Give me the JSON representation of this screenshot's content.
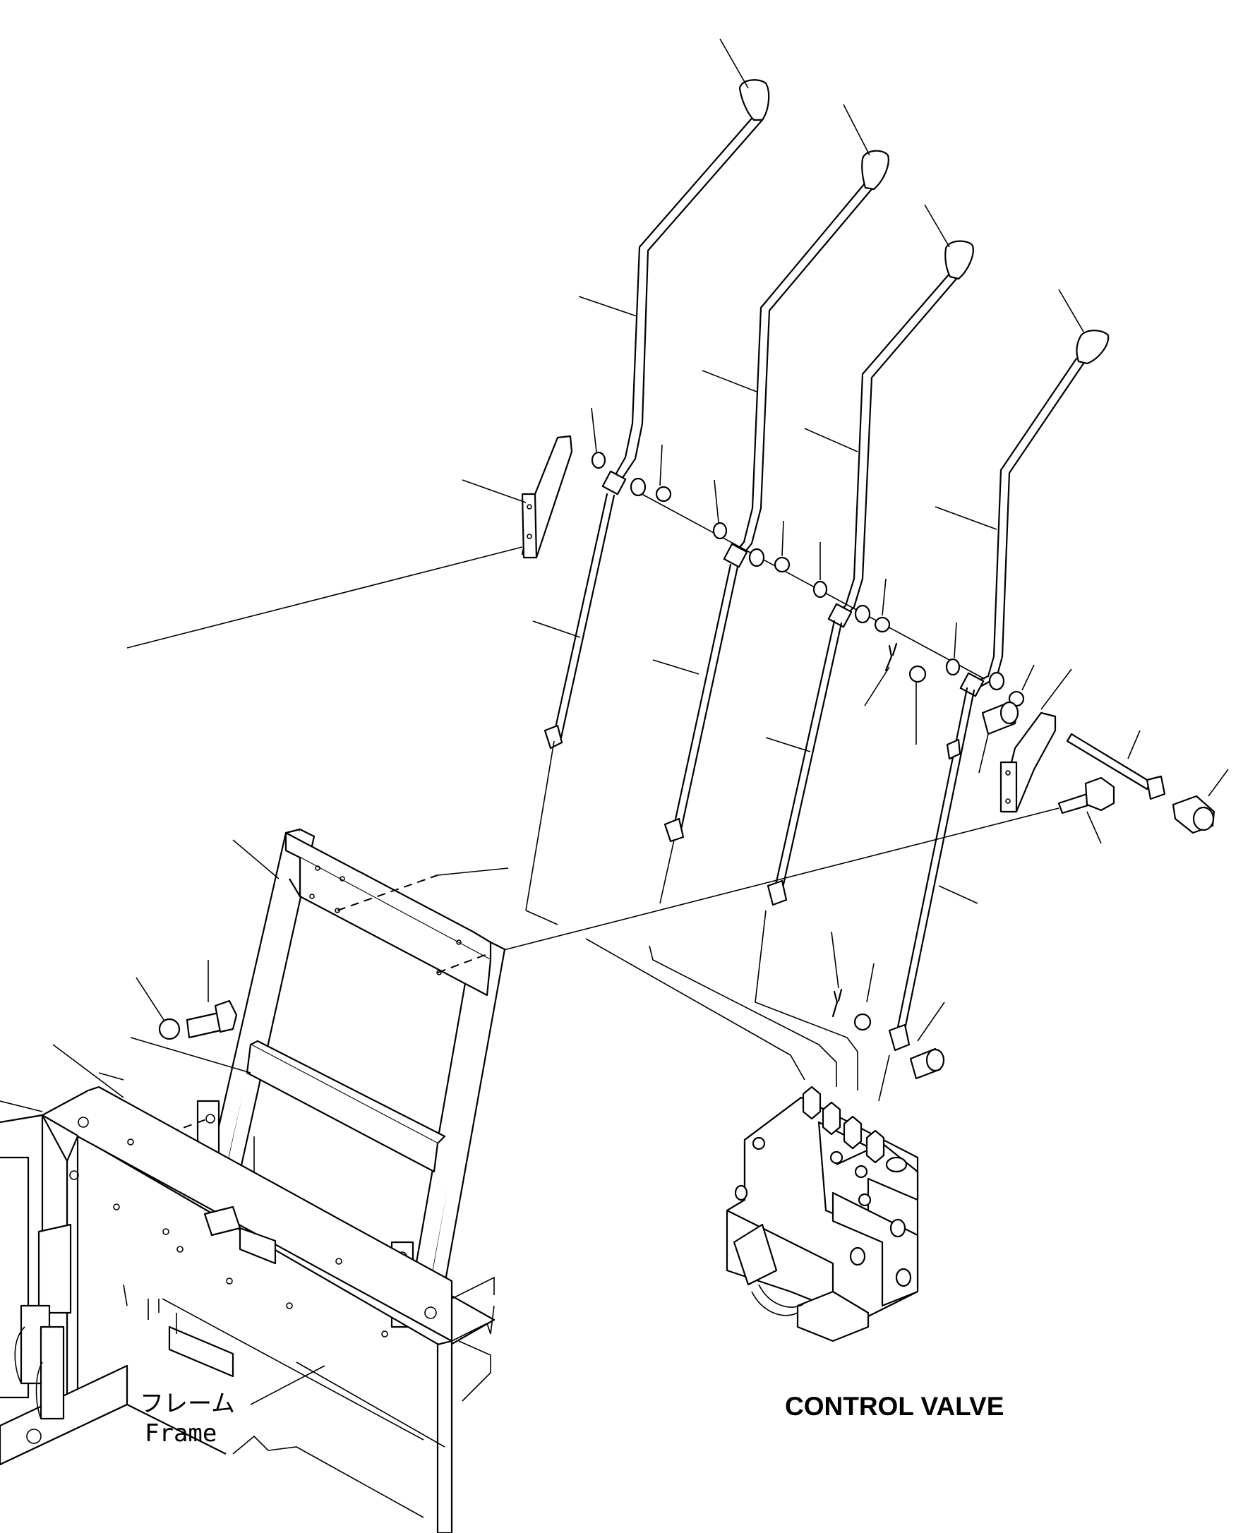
{
  "labels": {
    "control_valve": "CONTROL VALVE",
    "frame_jp": "フレーム",
    "frame_en": "Frame"
  }
}
